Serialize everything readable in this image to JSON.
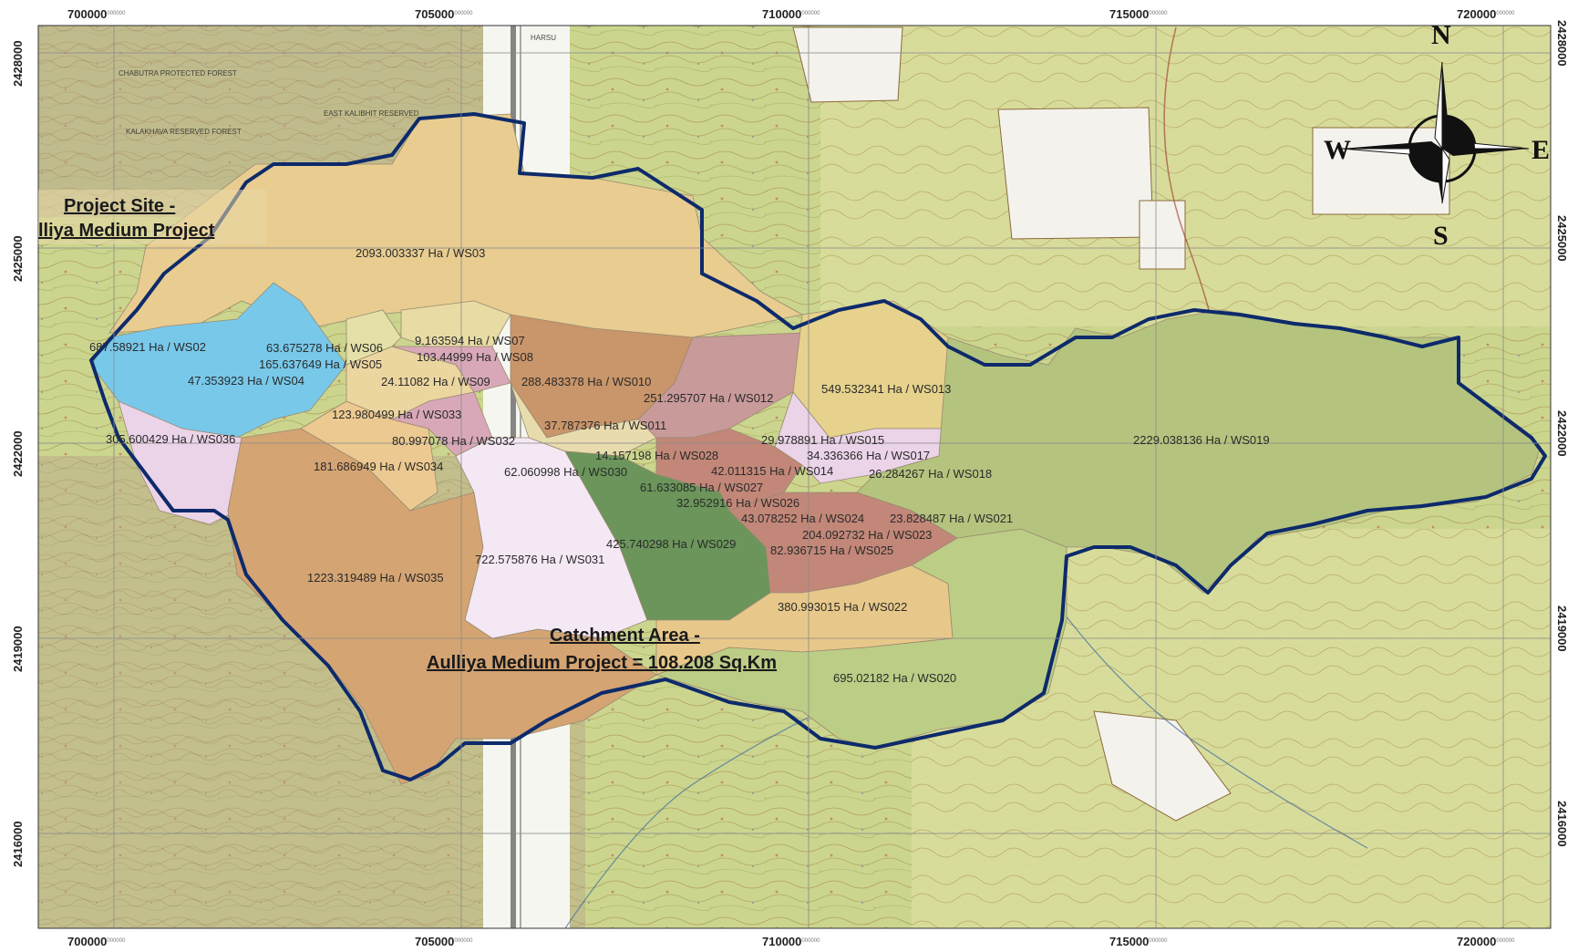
{
  "map": {
    "x_ticks": [
      {
        "main": "700000",
        "sub": "000000"
      },
      {
        "main": "705000",
        "sub": "000000"
      },
      {
        "main": "710000",
        "sub": "000000"
      },
      {
        "main": "715000",
        "sub": "000000"
      },
      {
        "main": "720000",
        "sub": "000000"
      }
    ],
    "y_ticks": [
      "2428000",
      "2425000",
      "2422000",
      "2419000",
      "2416000"
    ],
    "project_site": {
      "line1": "Project Site -",
      "line2": "lliya Medium Project"
    },
    "catchment": {
      "line1": "Catchment Area -",
      "line2": "Aulliya Medium Project = 108.208 Sq.Km"
    },
    "compass": {
      "n": "N",
      "s": "S",
      "e": "E",
      "w": "W"
    },
    "subwatersheds": [
      {
        "id": "ws03",
        "label": "2093.003337 Ha / WS03"
      },
      {
        "id": "ws02",
        "label": "687.58921 Ha / WS02"
      },
      {
        "id": "ws06",
        "label": "63.675278 Ha / WS06"
      },
      {
        "id": "ws05",
        "label": "165.637649 Ha / WS05"
      },
      {
        "id": "ws04",
        "label": "47.353923 Ha / WS04"
      },
      {
        "id": "ws07",
        "label": "9.163594 Ha / WS07"
      },
      {
        "id": "ws08",
        "label": "103.44999 Ha / WS08"
      },
      {
        "id": "ws09",
        "label": "24.11082 Ha / WS09"
      },
      {
        "id": "ws010",
        "label": "288.483378 Ha / WS010"
      },
      {
        "id": "ws012",
        "label": "251.295707 Ha / WS012"
      },
      {
        "id": "ws013",
        "label": "549.532341 Ha / WS013"
      },
      {
        "id": "ws033",
        "label": "123.980499 Ha / WS033"
      },
      {
        "id": "ws011",
        "label": "37.787376 Ha / WS011"
      },
      {
        "id": "ws036",
        "label": "305.600429 Ha / WS036"
      },
      {
        "id": "ws032",
        "label": "80.997078 Ha / WS032"
      },
      {
        "id": "ws015",
        "label": "29.978891 Ha / WS015"
      },
      {
        "id": "ws019",
        "label": "2229.038136 Ha / WS019"
      },
      {
        "id": "ws028",
        "label": "14.157198 Ha / WS028"
      },
      {
        "id": "ws017",
        "label": "34.336366 Ha / WS017"
      },
      {
        "id": "ws034",
        "label": "181.686949 Ha / WS034"
      },
      {
        "id": "ws030",
        "label": "62.060998 Ha / WS030"
      },
      {
        "id": "ws014",
        "label": "42.011315 Ha / WS014"
      },
      {
        "id": "ws018",
        "label": "26.284267 Ha / WS018"
      },
      {
        "id": "ws027",
        "label": "61.633085 Ha / WS027"
      },
      {
        "id": "ws026",
        "label": "32.952916 Ha / WS026"
      },
      {
        "id": "ws024",
        "label": "43.078252 Ha / WS024"
      },
      {
        "id": "ws021",
        "label": "23.828487 Ha / WS021"
      },
      {
        "id": "ws029",
        "label": "425.740298 Ha / WS029"
      },
      {
        "id": "ws023",
        "label": "204.092732 Ha / WS023"
      },
      {
        "id": "ws025",
        "label": "82.936715 Ha / WS025"
      },
      {
        "id": "ws035",
        "label": "1223.319489 Ha / WS035"
      },
      {
        "id": "ws031",
        "label": "722.575876 Ha / WS031"
      },
      {
        "id": "ws022",
        "label": "380.993015 Ha / WS022"
      },
      {
        "id": "ws020",
        "label": "695.02182 Ha / WS020"
      }
    ],
    "topo_labels": [
      "CHABUTRA PROTECTED FOREST",
      "EAST KALIBHIT RESERVED",
      "KALAKHAVA RESERVED FOREST",
      "HARSU"
    ],
    "colors": {
      "frame": "#ffffff",
      "grid": "#9a9a9a",
      "boundary": "#0d2a6b",
      "reservoir": "#78c8ea",
      "topo_base": "#cbd58e",
      "topo_contour": "#9a7a3a",
      "ws03": "#e8cc90",
      "ws035": "#d4a473",
      "ws019": "#b4c47e",
      "ws029": "#6b955a",
      "ws031": "#f4e8f4",
      "ws012": "#c99a9a",
      "ws036": "#ebd3e8",
      "ws020": "#bccd86"
    }
  }
}
